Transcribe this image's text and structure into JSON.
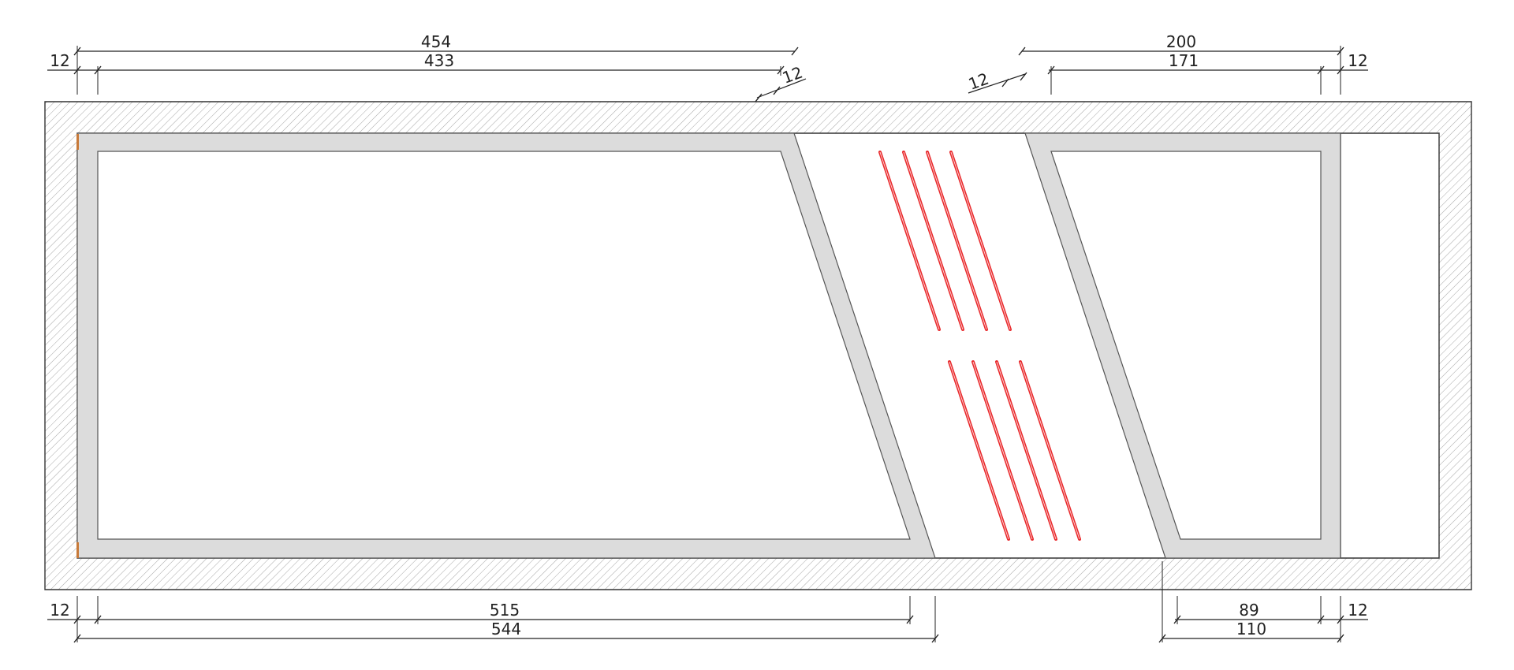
{
  "drawing": {
    "dimensions_top": [
      {
        "id": "top-454",
        "label": "454"
      },
      {
        "id": "top-433",
        "label": "433"
      },
      {
        "id": "top-left-12",
        "label": "12"
      },
      {
        "id": "top-slant-left-12",
        "label": "12"
      },
      {
        "id": "top-slant-right-12",
        "label": "12"
      },
      {
        "id": "top-200",
        "label": "200"
      },
      {
        "id": "top-171",
        "label": "171"
      },
      {
        "id": "top-right-12",
        "label": "12"
      }
    ],
    "dimensions_bottom": [
      {
        "id": "bot-left-12",
        "label": "12"
      },
      {
        "id": "bot-515",
        "label": "515"
      },
      {
        "id": "bot-544",
        "label": "544"
      },
      {
        "id": "bot-89",
        "label": "89"
      },
      {
        "id": "bot-110",
        "label": "110"
      },
      {
        "id": "bot-right-12",
        "label": "12"
      }
    ],
    "colors": {
      "hatch": "#9a9a9a",
      "frame_fill": "#dcdcdc",
      "rebar": "#e8282b",
      "line": "#222222"
    }
  }
}
